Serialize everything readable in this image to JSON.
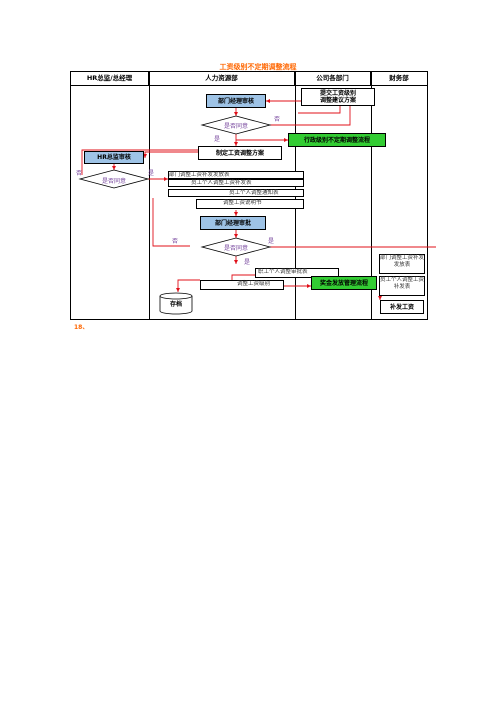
{
  "title": "工资级别不定期调整流程",
  "headers": [
    "HR总监/总经理",
    "人力资源部",
    "公司各部门",
    "财务部"
  ],
  "nodes": {
    "submit_plan": "提交工资级别\n调整建议方案",
    "dept_manager_review": "部门经理审核",
    "agree_1": "是否同意",
    "admin_process": "行政级别不定期调整流程",
    "make_plan": "制定工资调整方案",
    "hr_director_review": "HR总监审核",
    "agree_2": "是否同意",
    "hr_docs": [
      "部门调整工资补发发放表",
      "员工个人调整工资补发表",
      "员工个人调整通知表",
      "调整工资说明书"
    ],
    "dept_manager_approve": "部门经理审批",
    "agree_3": "是否同意",
    "emp_docs": [
      "职工个人调整审批表",
      "调整工资级别"
    ],
    "archive": "存档",
    "bonus_process": "奖金发放管理流程",
    "finance_docs": [
      "部门调整工资补发发放表",
      "员工个人调整工资补发表"
    ],
    "pay_back": "补发工资"
  },
  "labels": {
    "no": "否",
    "yes": "是"
  },
  "footer": "18、"
}
